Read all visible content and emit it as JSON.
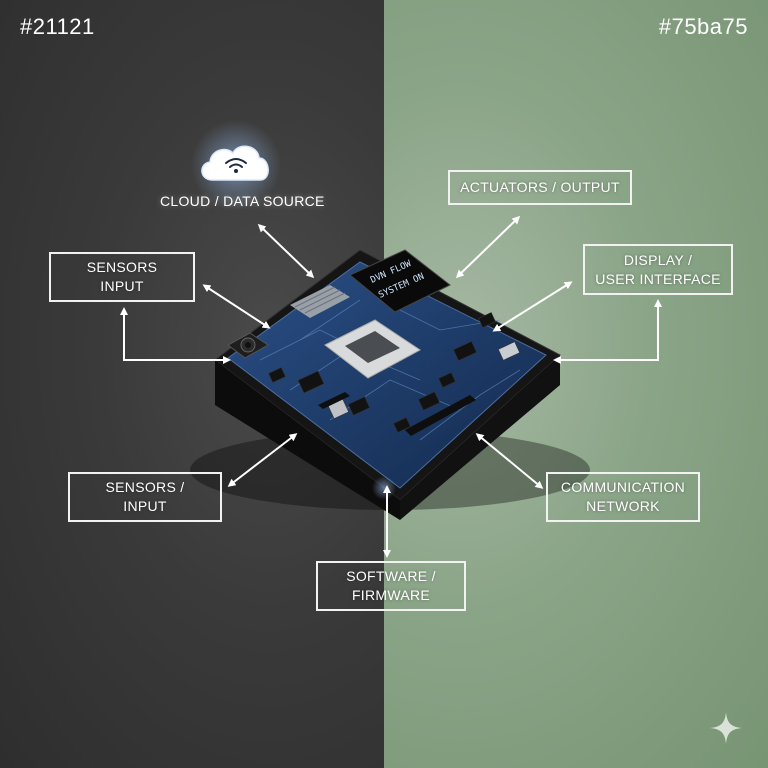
{
  "corners": {
    "left": "#21121",
    "right": "#75ba75"
  },
  "colors": {
    "left_bg": "#3a3a3a",
    "right_bg": "#8aa487",
    "pcb": "#1d3a66",
    "line": "#ffffff",
    "oled_text": "#cfe6ff"
  },
  "labels": {
    "cloud": "CLOUD / DATA SOURCE",
    "actuators": "ACTUATORS / OUTPUT",
    "sensors_top": [
      "SENSORS",
      "INPUT"
    ],
    "display": [
      "DISPLAY /",
      "USER INTERFACE"
    ],
    "sensors_bottom": [
      "SENSORS /",
      "INPUT"
    ],
    "communication": [
      "COMMUNICATION",
      "NETWORK"
    ],
    "software": [
      "SOFTWARE /",
      "FIRMWARE"
    ]
  },
  "oled": {
    "line1": "DVN FLOW",
    "line2": "SYSTEM ON"
  },
  "icons": {
    "cloud": "cloud-wifi-icon",
    "sparkle": "sparkle-icon"
  }
}
